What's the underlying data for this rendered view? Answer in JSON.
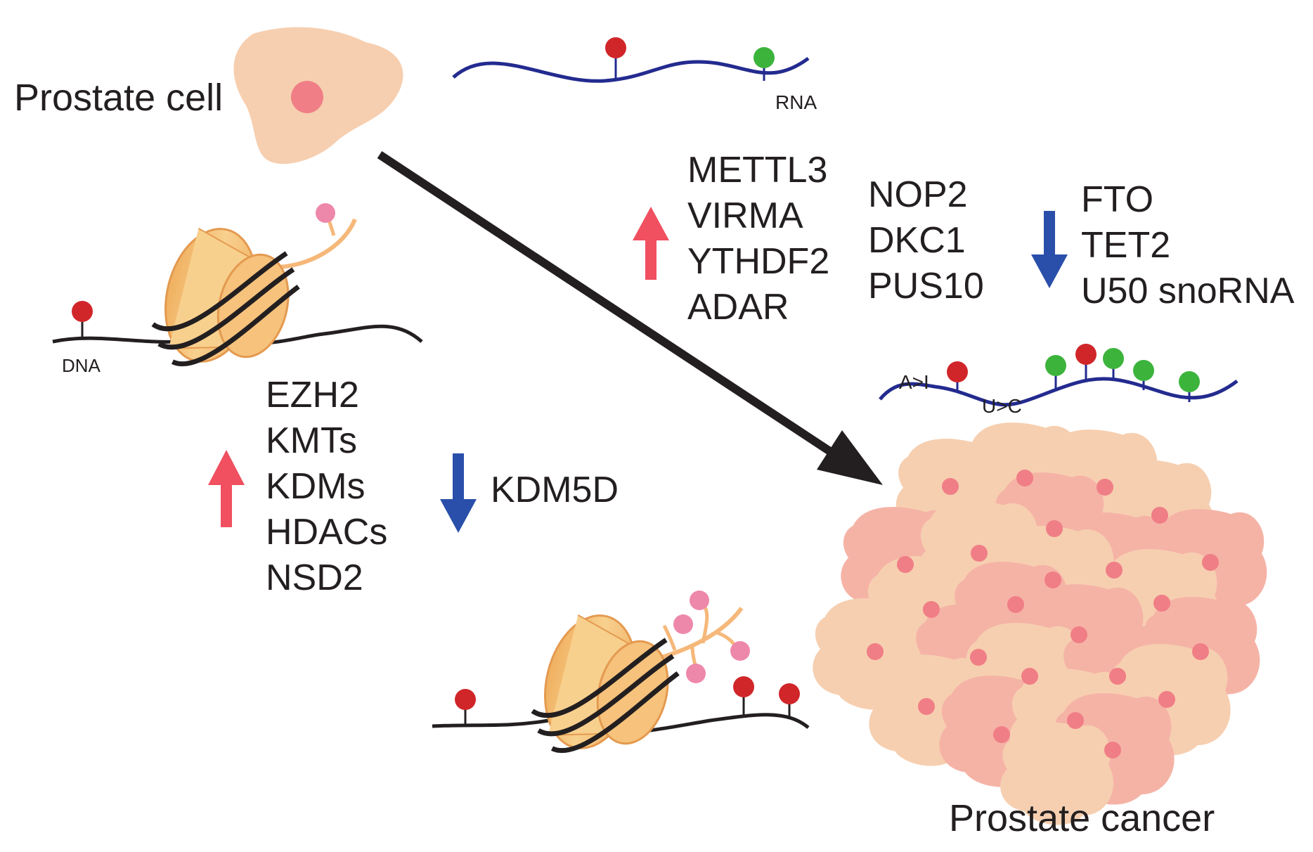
{
  "labels": {
    "prostate_cell": "Prostate cell",
    "prostate_cancer": "Prostate cancer",
    "rna": "RNA",
    "dna": "DNA",
    "a_to_i": "A>I",
    "u_to_c": "U>C"
  },
  "rna_up": [
    "METTL3",
    "VIRMA",
    "YTHDF2",
    "ADAR"
  ],
  "rna_mid": [
    "NOP2",
    "DKC1",
    "PUS10"
  ],
  "rna_down": [
    "FTO",
    "TET2",
    "U50 snoRNA"
  ],
  "histone_up": [
    "EZH2",
    "KMTs",
    "KDMs",
    "HDACs",
    "NSD2"
  ],
  "histone_down": [
    "KDM5D"
  ],
  "colors": {
    "up_arrow": "#f05060",
    "down_arrow": "#2a4faa",
    "strand_rna": "#232b8f",
    "strand_dna": "#231f20",
    "methyl_red": "#d0262a",
    "mod_green": "#3cb43c",
    "histone_pink": "#ee88aa",
    "nucleosome": "#f6c27c",
    "cell_normal": "#f6cfb0",
    "cell_cancer": "#f5b3a6",
    "nucleus": "#f07e86"
  }
}
